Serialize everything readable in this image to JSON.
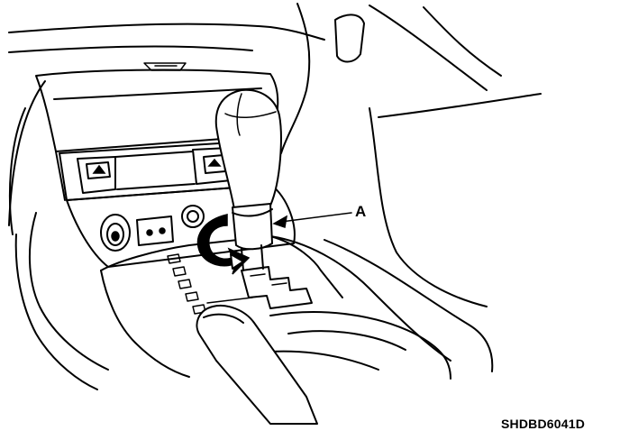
{
  "figure": {
    "callout_label": "A",
    "figure_code": "SHDBD6041D",
    "components": [
      "dashboard",
      "center-console",
      "storage-compartment",
      "hazard-switch",
      "power-outlet",
      "shift-knob",
      "knob-locking-ring",
      "rotation-arrow",
      "shift-gate",
      "armrest"
    ]
  }
}
